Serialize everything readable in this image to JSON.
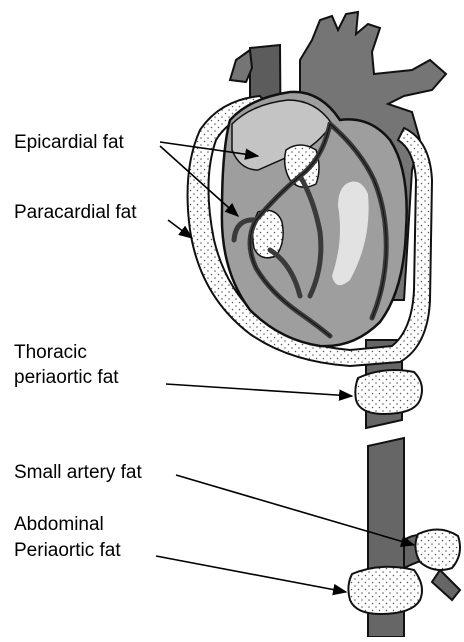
{
  "labels": {
    "epicardial": "Epicardial fat",
    "paracardial": "Paracardial fat",
    "thoracic_line1": "Thoracic",
    "thoracic_line2": "periaortic fat",
    "small_artery": "Small artery fat",
    "abdominal_line1": "Abdominal",
    "abdominal_line2": "Periaortic fat"
  },
  "colors": {
    "outline": "#111111",
    "vessel_dark": "#5c5c5c",
    "vessel_mid": "#7a7a7a",
    "heart_body": "#9e9e9e",
    "heart_light": "#c4c4c4",
    "heart_highlight": "#e2e2e2",
    "fat_fill": "#ffffff",
    "fat_dots": "#555555"
  }
}
